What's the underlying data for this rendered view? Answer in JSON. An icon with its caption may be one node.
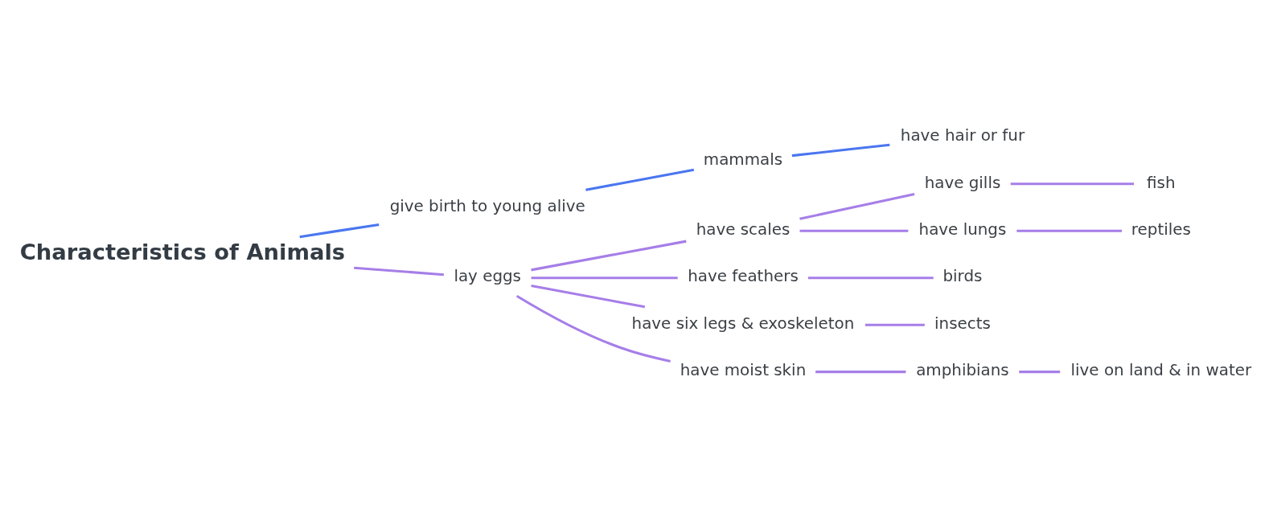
{
  "diagram": {
    "nodes": [
      {
        "text": [
          "Characteristics of Animals"
        ]
      },
      {
        "text": [
          "give birth to young alive"
        ]
      },
      {
        "text": [
          "mammals"
        ]
      },
      {
        "text": [
          "have hair or fur"
        ]
      },
      {
        "text": [
          "lay eggs"
        ]
      },
      {
        "text": [
          "have scales"
        ]
      },
      {
        "text": [
          "have gills"
        ]
      },
      {
        "text": [
          "fish"
        ]
      },
      {
        "text": [
          "have lungs"
        ]
      },
      {
        "text": [
          "reptiles"
        ]
      },
      {
        "text": [
          "have feathers"
        ]
      },
      {
        "text": [
          "birds"
        ]
      },
      {
        "text": [
          "have six legs & exoskeleton"
        ]
      },
      {
        "text": [
          "insects"
        ]
      },
      {
        "text": [
          "have moist skin"
        ]
      },
      {
        "text": [
          "amphibians"
        ]
      },
      {
        "text": [
          "live on land & in water"
        ]
      }
    ],
    "edges": [
      {
        "from": 0,
        "to": 1,
        "arrow": "none",
        "color": "#4a76f0"
      },
      {
        "from": 1,
        "to": 2,
        "arrow": "none",
        "color": "#4a76f0"
      },
      {
        "from": 2,
        "to": 3,
        "arrow": "none",
        "color": "#4a76f0"
      },
      {
        "from": 0,
        "to": 4,
        "arrow": "none"
      },
      {
        "from": 4,
        "to": 5,
        "arrow": "none"
      },
      {
        "from": 5,
        "to": 6,
        "arrow": "none"
      },
      {
        "from": 6,
        "to": 7,
        "arrow": "none"
      },
      {
        "from": 5,
        "to": 8,
        "arrow": "none"
      },
      {
        "from": 8,
        "to": 9,
        "arrow": "none"
      },
      {
        "from": 4,
        "to": 10,
        "arrow": "none"
      },
      {
        "from": 10,
        "to": 11,
        "arrow": "none"
      },
      {
        "from": 4,
        "to": 12,
        "arrow": "none"
      },
      {
        "from": 12,
        "to": 13,
        "arrow": "none"
      },
      {
        "from": 4,
        "to": 14,
        "arrow": "none"
      },
      {
        "from": 14,
        "to": 15,
        "arrow": "none"
      },
      {
        "from": 15,
        "to": 16,
        "arrow": "none"
      }
    ]
  }
}
